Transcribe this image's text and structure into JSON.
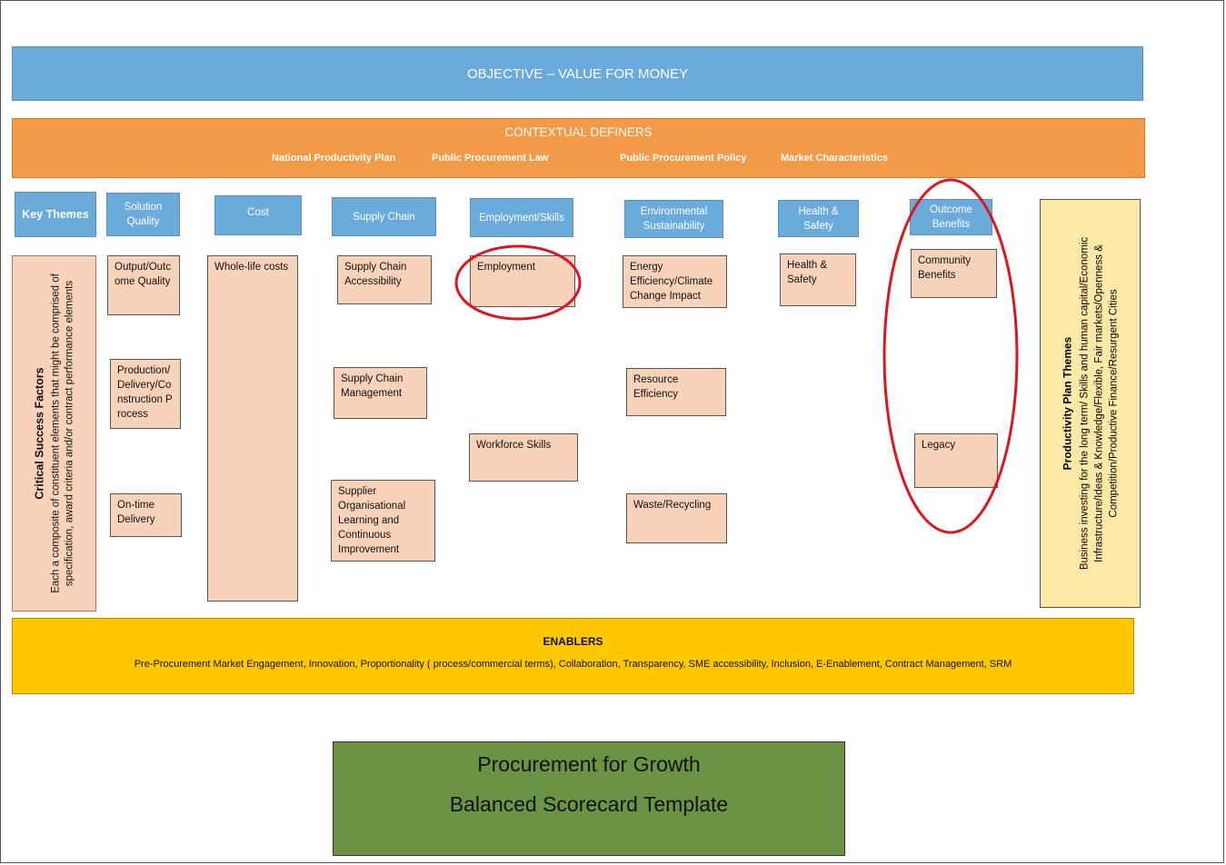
{
  "objective": "OBJECTIVE – VALUE FOR MONEY",
  "contextual": {
    "title": "CONTEXTUAL DEFINERS",
    "items": [
      "National Productivity Plan",
      "Public Procurement Law",
      "Public Procurement Policy",
      "Market Characteristics"
    ]
  },
  "themes": {
    "key": "Key Themes",
    "solution_quality": "Solution Quality",
    "cost": "Cost",
    "supply_chain": "Supply Chain",
    "employment_skills": "Employment/Skills",
    "environmental": "Environmental Sustainability",
    "health_safety": "Health & Safety",
    "outcome_benefits": "Outcome Benefits"
  },
  "csf": {
    "title": "Critical Success Factors",
    "description": "Each a composite of constituent elements that might be comprised of specification, award criteria and/or contract performance elements"
  },
  "elements": {
    "output_quality": "Output/Outcome Quality",
    "production": "Production/Delivery/Construction Process",
    "ontime": "On-time Delivery",
    "wholelife": "Whole-life costs",
    "sc_access": "Supply Chain Accessibility",
    "sc_mgmt": "Supply Chain Management",
    "supplier_learning": "Supplier Organisational Learning and Continuous Improvement",
    "employment": "Employment",
    "workforce": "Workforce Skills",
    "energy": "Energy Efficiency/Climate Change Impact",
    "resource": "Resource Efficiency",
    "waste": "Waste/Recycling",
    "hs": "Health & Safety",
    "community": "Community Benefits",
    "legacy": "Legacy"
  },
  "productivity": {
    "title": "Productivity Plan Themes",
    "description": "Business investing for the long term/ Skills and human capital/Economic Infrastructure/Ideas & Knowledge/Flexible, Fair markets/Openness & Competition/Productive Finance/Resurgent Cities"
  },
  "enablers": {
    "title": "ENABLERS",
    "text": "Pre-Procurement Market Engagement, Innovation, Proportionality ( process/commercial terms), Collaboration, Transparency, SME accessibility, Inclusion, E-Enablement, Contract Management, SRM"
  },
  "footer": {
    "line1": "Procurement for Growth",
    "line2": "Balanced Scorecard Template"
  },
  "colors": {
    "blue": "#6aabdc",
    "orange": "#f29a48",
    "peach": "#f8d3b9",
    "yellow": "#ffc700",
    "pale_yellow": "#ffe9a6",
    "green": "#6a9444",
    "annotation_red": "#e0141e"
  }
}
